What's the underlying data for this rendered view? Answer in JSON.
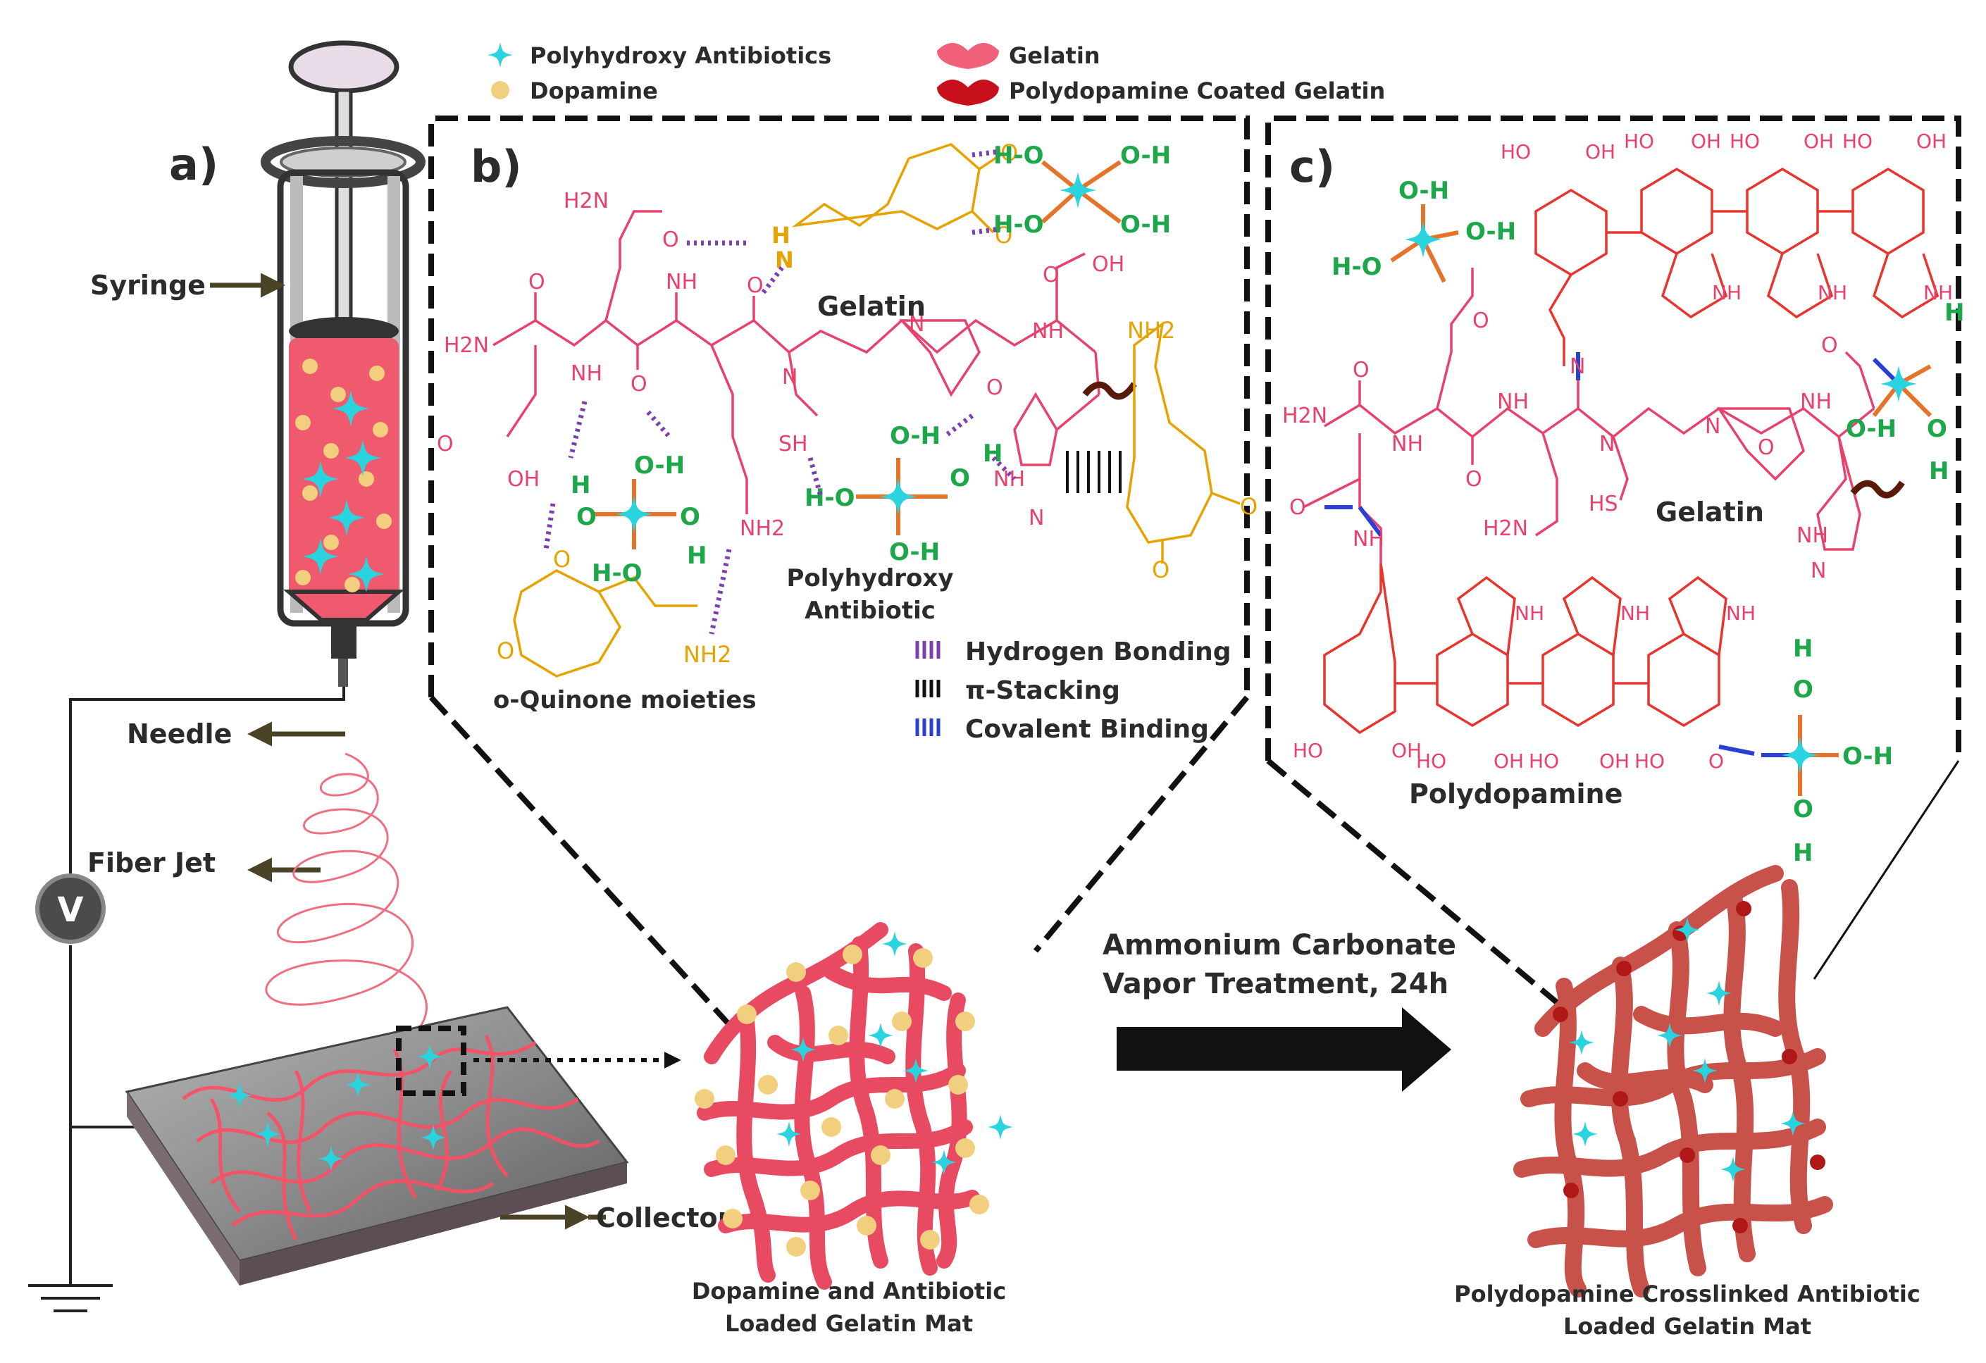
{
  "legend": {
    "antibiotics": "Polyhydroxy Antibiotics",
    "dopamine": "Dopamine",
    "gelatin": "Gelatin",
    "pda_gelatin": "Polydopamine Coated Gelatin"
  },
  "panel_a": {
    "letter": "a)",
    "syringe": "Syringe",
    "needle": "Needle",
    "fiber_jet": "Fiber Jet",
    "voltage": "V",
    "collector": "Collector"
  },
  "panel_b": {
    "letter": "b)",
    "gelatin": "Gelatin",
    "antibiotic_line1": "Polyhydroxy",
    "antibiotic_line2": "Antibiotic",
    "quinone": "o-Quinone moieties",
    "bond_h": "Hydrogen Bonding",
    "bond_pi": "π-Stacking",
    "bond_cov": "Covalent Binding"
  },
  "panel_c": {
    "letter": "c)",
    "gelatin": "Gelatin",
    "polydopamine": "Polydopamine"
  },
  "chem": {
    "oh": "O-H",
    "ho": "H-O",
    "nh2": "NH2",
    "h2n": "H2N",
    "nh": "NH",
    "n": "N",
    "o": "O",
    "oh_ring": "OH",
    "ho_ring": "HO",
    "sh": "SH",
    "hs": "HS",
    "h": "H"
  },
  "mats": {
    "left_line1": "Dopamine and Antibiotic",
    "left_line2": "Loaded Gelatin Mat",
    "right_line1": "Polydopamine Crosslinked Antibiotic",
    "right_line2": "Loaded Gelatin Mat"
  },
  "process": {
    "line1": "Ammonium Carbonate",
    "line2": "Vapor Treatment, 24h"
  },
  "colors": {
    "gelatin": "#e84a62",
    "pda_gelatin": "#c8514a",
    "antibiotic": "#2ad4df",
    "dopamine": "#f2cf7e",
    "quinone": "#e5a300",
    "chem": "#e8426c",
    "hbond": "#7b3fb0",
    "covalent": "#2a3fd4",
    "oh_green": "#1ea64a"
  },
  "icons": [
    "syringe-icon",
    "ground-icon",
    "voltmeter-icon",
    "star-icon",
    "arrow-right-icon"
  ]
}
